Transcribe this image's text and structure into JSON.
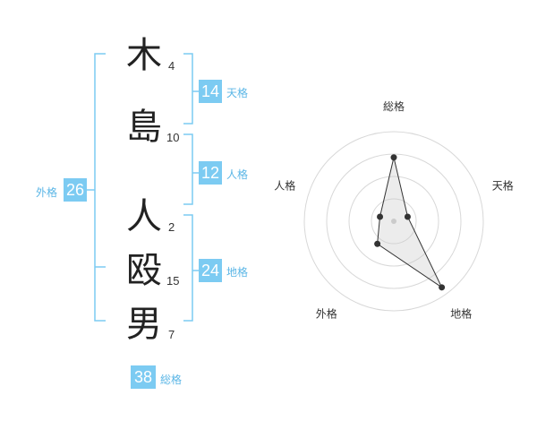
{
  "name": {
    "surname": [
      {
        "char": "木",
        "strokes": "4"
      },
      {
        "char": "島",
        "strokes": "10"
      }
    ],
    "given": [
      {
        "char": "人",
        "strokes": "2"
      },
      {
        "char": "殴",
        "strokes": "15"
      },
      {
        "char": "男",
        "strokes": "7"
      }
    ]
  },
  "kaku": {
    "tenkaku": {
      "value": "14",
      "label": "天格"
    },
    "jinkaku": {
      "value": "12",
      "label": "人格"
    },
    "chikaku": {
      "value": "24",
      "label": "地格"
    },
    "gaikaku": {
      "value": "26",
      "label": "外格"
    },
    "soukaku": {
      "value": "38",
      "label": "総格"
    }
  },
  "colors": {
    "accent": "#7ccbf2",
    "accent_text": "#5bb6e6",
    "grid": "#d8d8d8",
    "series": "#333333"
  },
  "chart_data": {
    "type": "radar",
    "axes": [
      "総格",
      "天格",
      "地格",
      "外格",
      "人格"
    ],
    "range": [
      0,
      4
    ],
    "rings": 4,
    "values": [
      2.85,
      0.65,
      3.65,
      1.25,
      0.65
    ]
  }
}
